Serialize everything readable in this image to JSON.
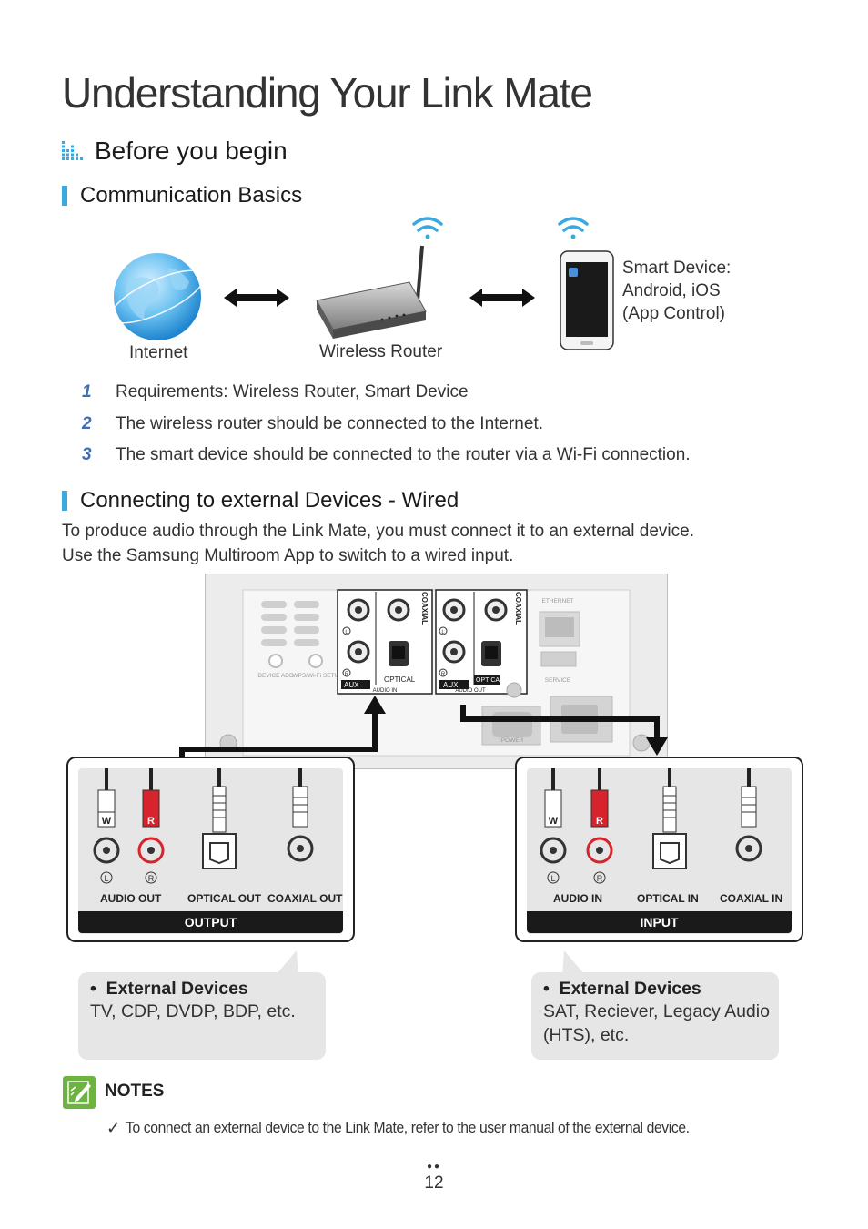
{
  "page": {
    "title": "Understanding Your Link Mate",
    "section": "Before you begin",
    "page_number": "12",
    "accent_color": "#3aa9e0"
  },
  "communication": {
    "heading": "Communication Basics",
    "internet_label": "Internet",
    "router_label": "Wireless Router",
    "smart_label_lines": [
      "Smart Device:",
      "Android, iOS",
      "(App Control)"
    ],
    "steps": [
      {
        "num": "1",
        "text": "Requirements: Wireless Router, Smart Device"
      },
      {
        "num": "2",
        "text": "The wireless router should be connected to the Internet."
      },
      {
        "num": "3",
        "text": "The smart device should be connected to the router via a Wi-Fi connection."
      }
    ]
  },
  "wired": {
    "heading": "Connecting to external Devices - Wired",
    "intro_lines": [
      "To produce audio through the Link Mate, you must connect it to an external device.",
      "Use the Samsung Multiroom App to switch to a wired input."
    ],
    "device_panel": {
      "device_add": "DEVICE ADD",
      "wps_setup": "WPS/Wi-Fi SETUP",
      "coaxial": "COAXIAL",
      "l": "L",
      "r": "R",
      "aux": "AUX",
      "optical": "OPTICAL",
      "audio_in": "AUDIO IN",
      "audio_out": "AUDIO OUT",
      "ethernet": "ETHERNET",
      "service": "SERVICE",
      "power": "POWER"
    },
    "output_box": {
      "w": "W",
      "r": "R",
      "l_circle": "L",
      "r_circle": "R",
      "audio": "AUDIO OUT",
      "optical": "OPTICAL OUT",
      "coaxial": "COAXIAL OUT",
      "footer": "OUTPUT"
    },
    "input_box": {
      "w": "W",
      "r": "R",
      "l_circle": "L",
      "r_circle": "R",
      "audio": "AUDIO IN",
      "optical": "OPTICAL IN",
      "coaxial": "COAXIAL IN",
      "footer": "INPUT"
    },
    "bubble_left": {
      "heading": "External Devices",
      "lines": [
        "TV, CDP, DVDP, BDP, etc."
      ]
    },
    "bubble_right": {
      "heading": "External Devices",
      "lines": [
        "SAT, Reciever, Legacy Audio",
        "(HTS), etc."
      ]
    }
  },
  "notes": {
    "heading": "NOTES",
    "items": [
      "To connect an external device to the Link Mate, refer to the user manual of the external device."
    ]
  }
}
